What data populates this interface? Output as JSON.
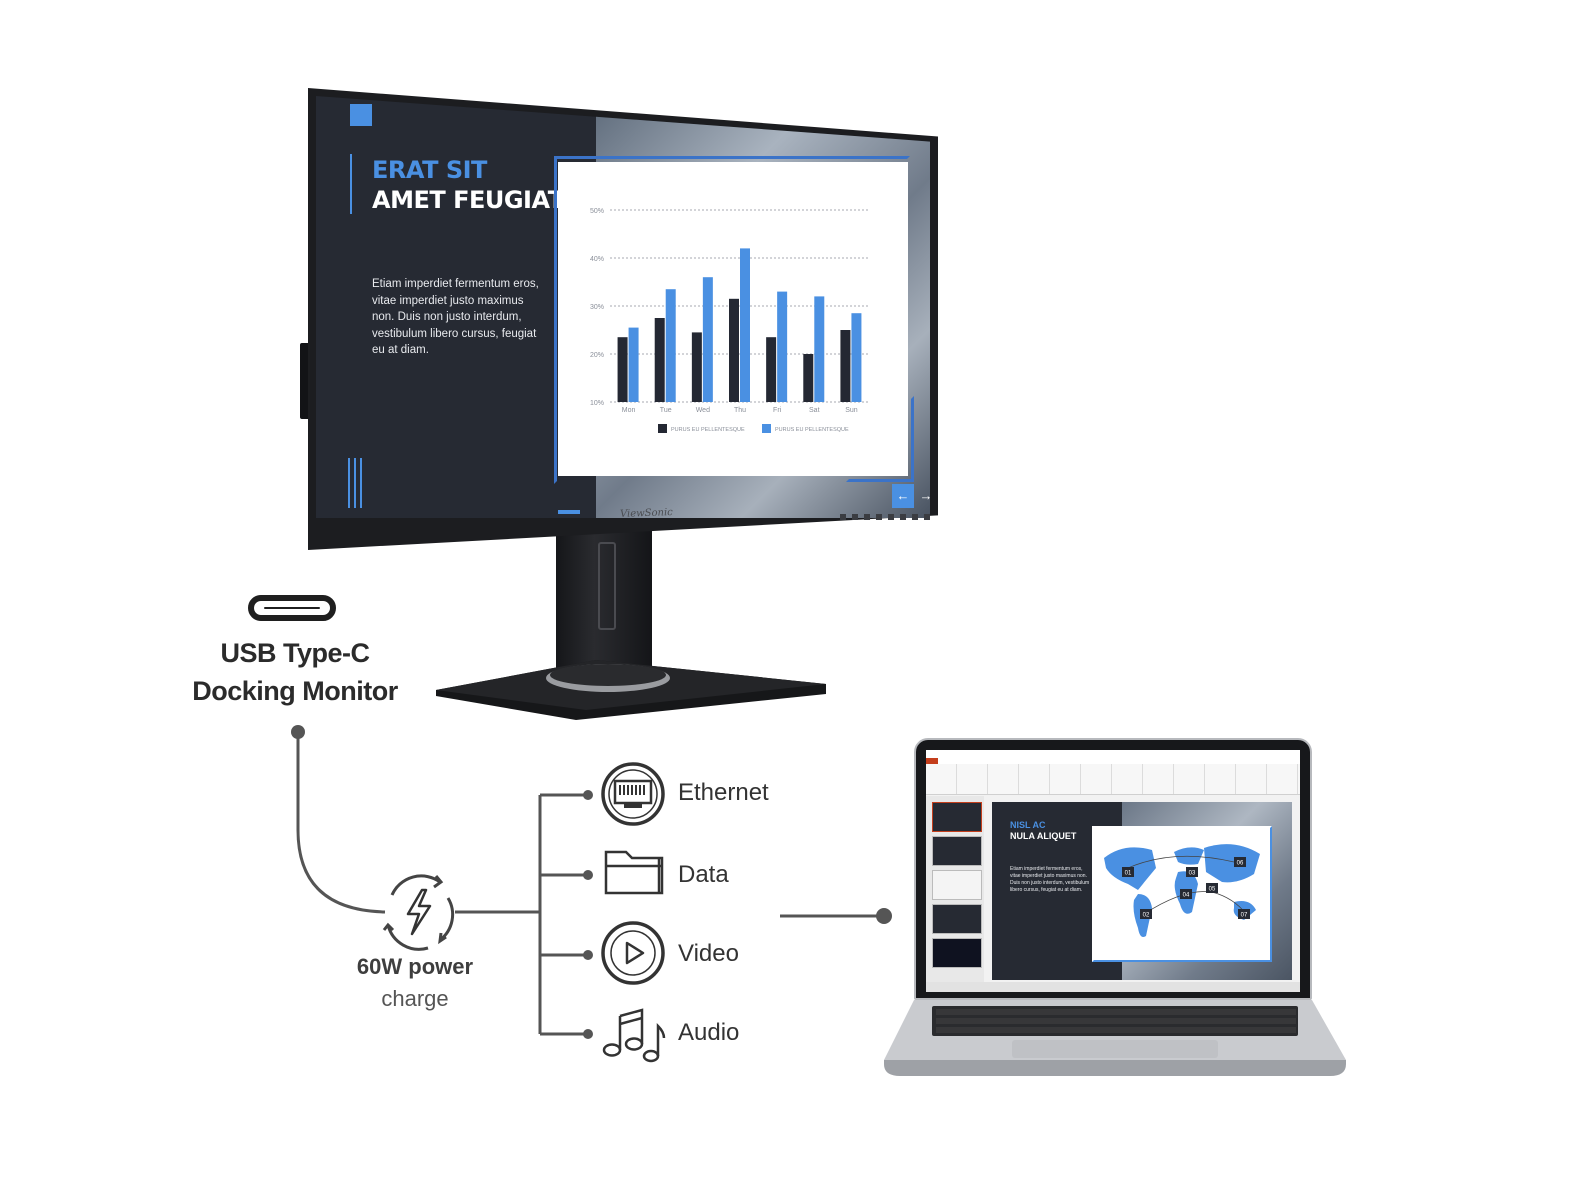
{
  "monitor": {
    "slide": {
      "title_line1": "ERAT SIT",
      "title_line2": "AMET FEUGIAT",
      "body": "Etiam imperdiet fermentum eros, vitae imperdiet justo maximus non. Duis non justo interdum, vestibulum libero cursus, feugiat eu at diam.",
      "nav_prev": "←",
      "nav_next": "→"
    },
    "brand": "ViewSonic"
  },
  "chart_data": {
    "type": "bar",
    "categories": [
      "Mon",
      "Tue",
      "Wed",
      "Thu",
      "Fri",
      "Sat",
      "Sun"
    ],
    "series": [
      {
        "name": "PURUS EU PELLENTESQUE",
        "values": [
          23.5,
          27.5,
          24.5,
          31.5,
          23.5,
          20,
          25
        ],
        "color": "#242833"
      },
      {
        "name": "PURUS EU PELLENTESQUE",
        "values": [
          25.5,
          33.5,
          36,
          42,
          33,
          32,
          28.5
        ],
        "color": "#4a90e2"
      }
    ],
    "ytick_labels": [
      "10%",
      "20%",
      "30%",
      "40%",
      "50%"
    ],
    "ylim": [
      10,
      50
    ],
    "grid": true,
    "legend_position": "bottom"
  },
  "labels": {
    "usb_line1": "USB Type-C",
    "usb_line2": "Docking Monitor",
    "power_line1": "60W power",
    "power_line2": "charge"
  },
  "ports": [
    {
      "label": "Ethernet",
      "icon": "ethernet-icon"
    },
    {
      "label": "Data",
      "icon": "folder-icon"
    },
    {
      "label": "Video",
      "icon": "play-icon"
    },
    {
      "label": "Audio",
      "icon": "music-notes-icon"
    }
  ],
  "laptop": {
    "slide": {
      "title_line1": "NISL AC",
      "title_line2": "NULA ALIQUET",
      "body": "Etiam imperdiet fermentum eros, vitae imperdiet justo maximus non. Duis non justo interdum, vestibulum libero cursus, feugiat eu at diam."
    },
    "map_markers": [
      "01",
      "02",
      "03",
      "04",
      "05",
      "06",
      "07"
    ]
  },
  "colors": {
    "accent_blue": "#4a90e2",
    "dark_slide": "#262a33",
    "connector_line": "#555555"
  }
}
